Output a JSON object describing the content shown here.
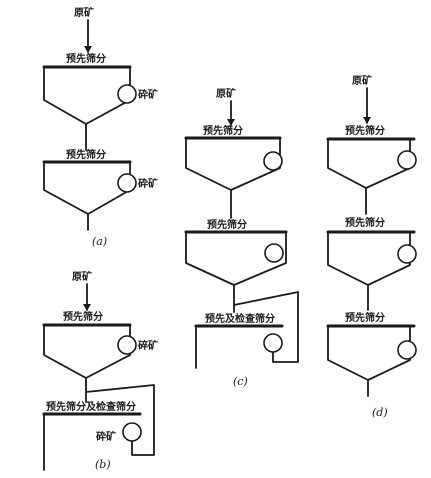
{
  "labels": {
    "raw_ore": "原矿",
    "pre_screening": "预先筛分",
    "crushed_ore": "碎矿",
    "crushed_ore_alt": "砕矿",
    "pre_and_check_screening": "预先及检查筛分",
    "pre_and_check_screening_b": "预先筛分及检查筛分"
  },
  "captions": {
    "a": "(a)",
    "b": "(b)",
    "c": "(c)",
    "d": "(d)"
  }
}
